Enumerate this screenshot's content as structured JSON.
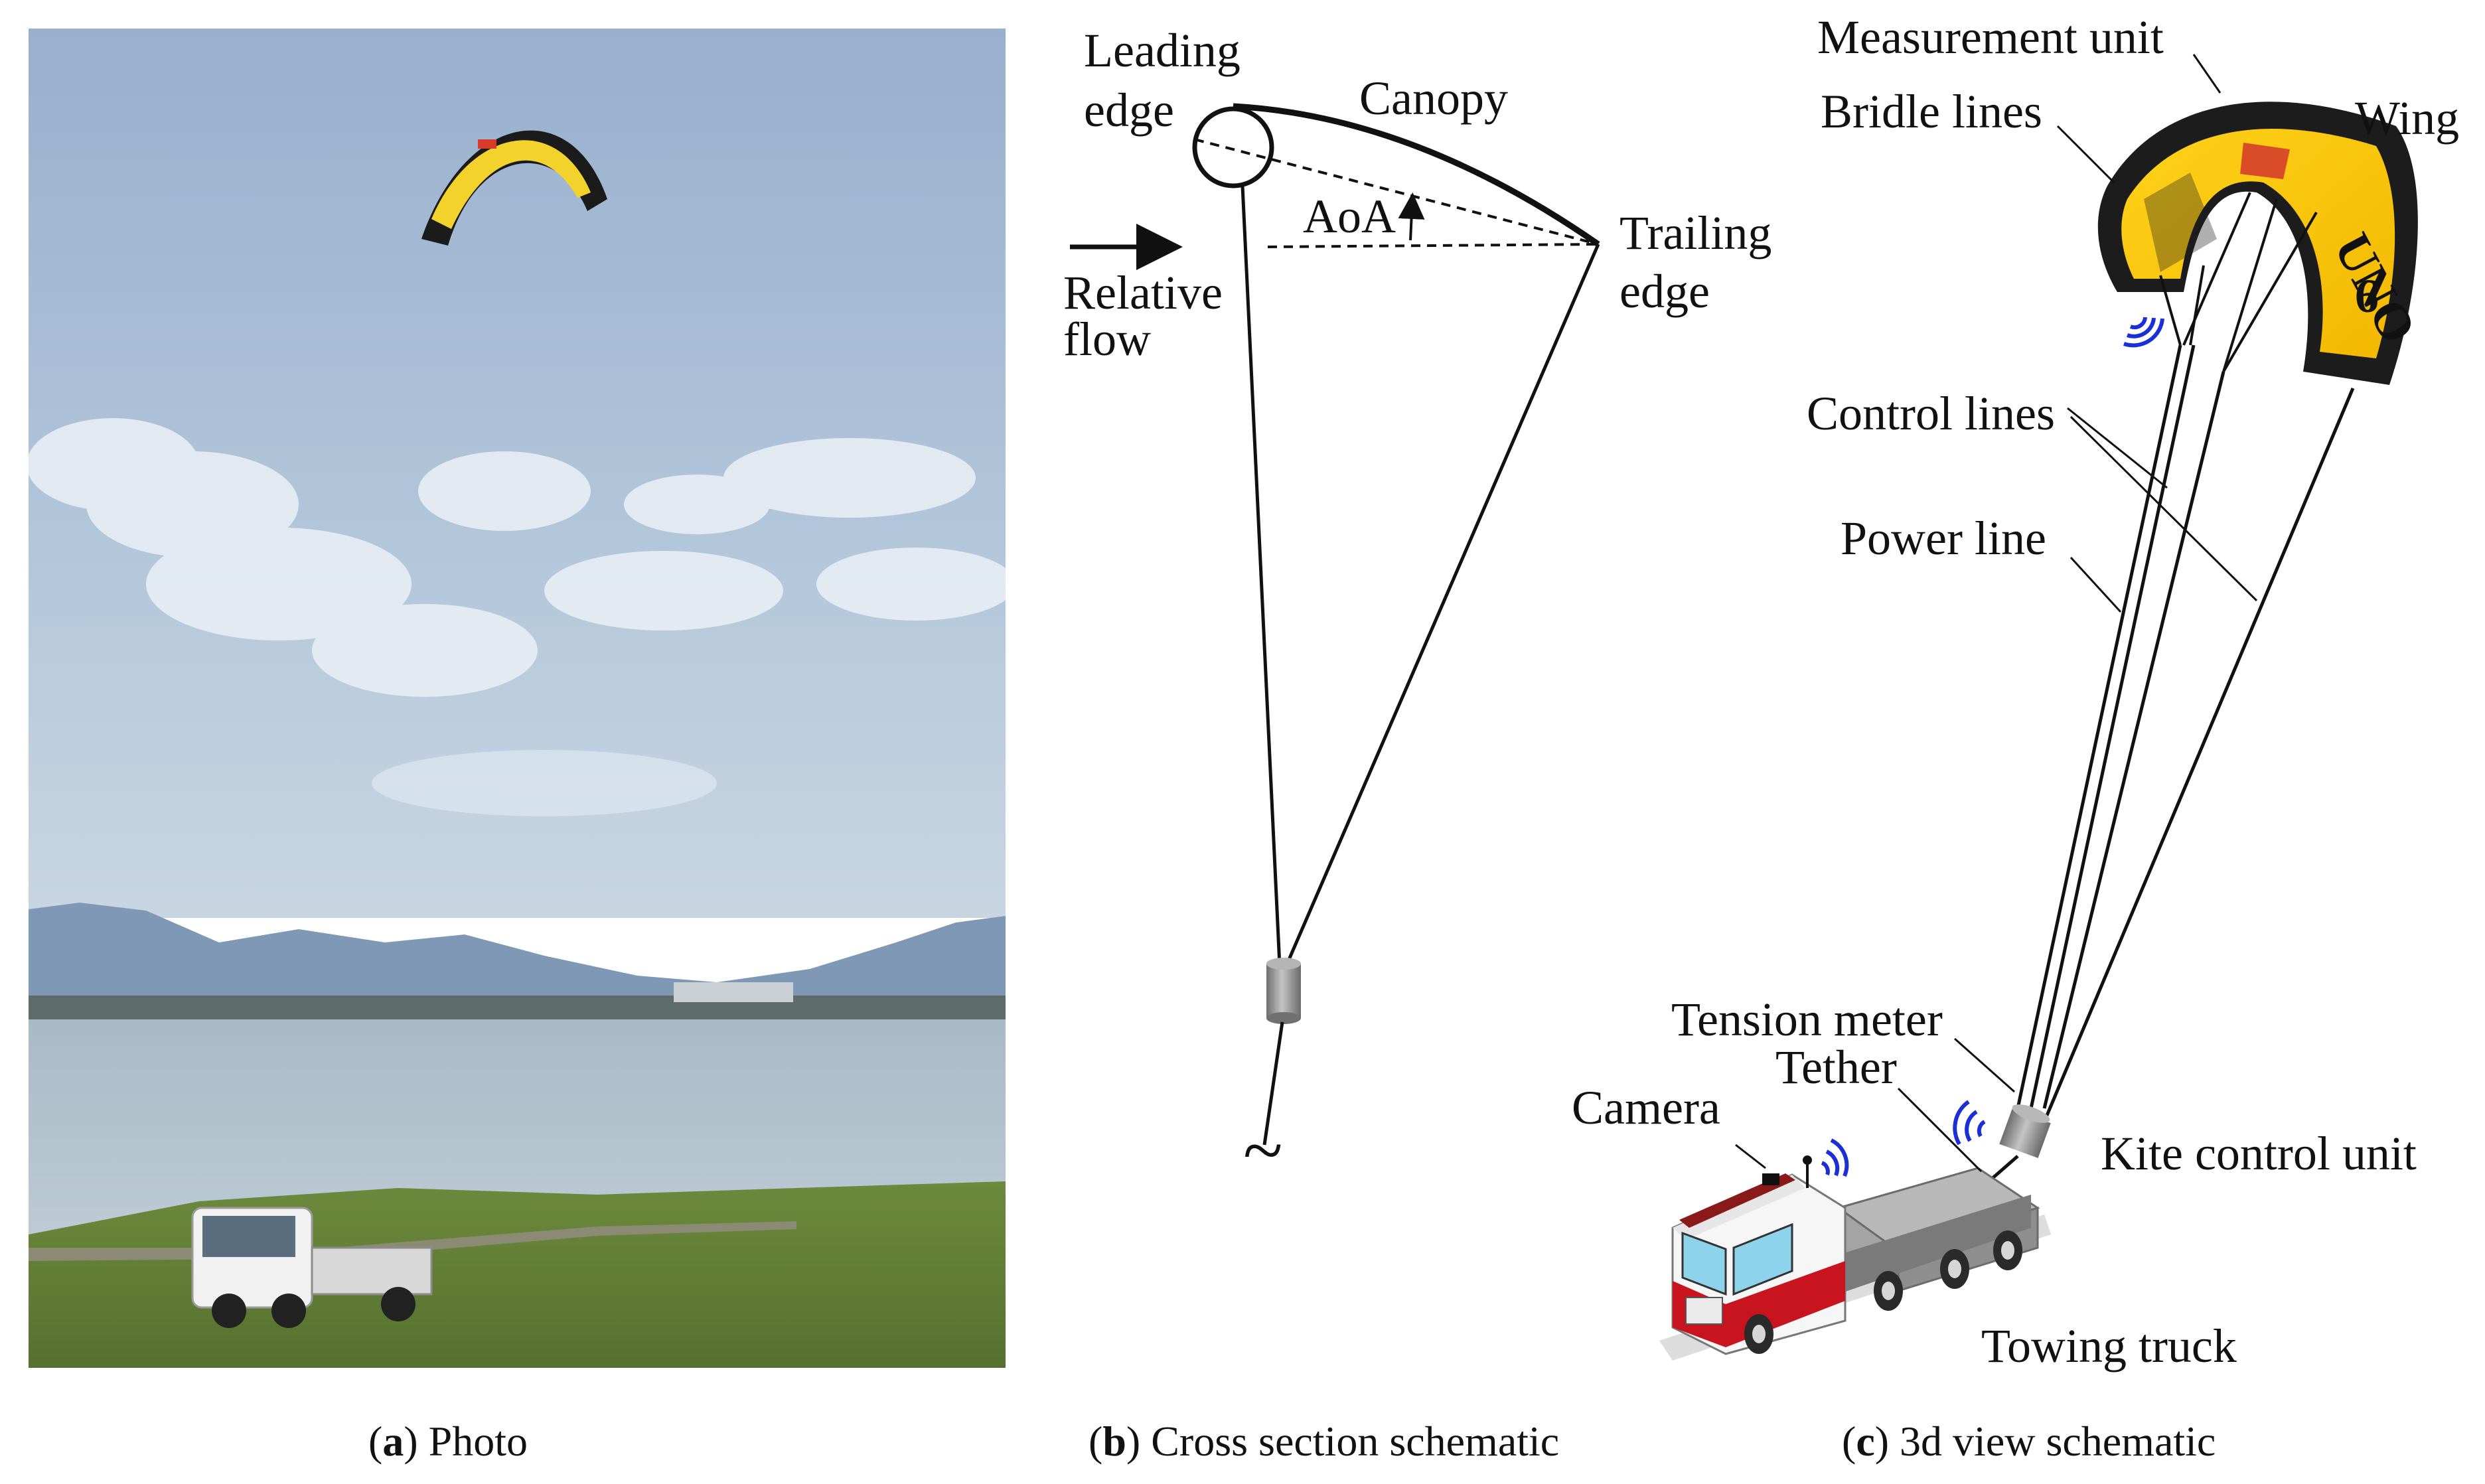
{
  "panel_a": {
    "caption_letter": "a",
    "caption_text": "Photo",
    "colors": {
      "sky_top": "#9fb6d3",
      "sky_bottom": "#c3d3e0",
      "mountains": "#7f97b3",
      "water": "#aebfcb",
      "grass": "#5f7a34",
      "kite_yellow": "#f2d22b",
      "kite_black": "#1a1a1a",
      "truck_white": "#f0f0f0"
    }
  },
  "panel_b": {
    "caption_letter": "b",
    "caption_text": "Cross section schematic",
    "labels": {
      "leading_edge_line1": "Leading",
      "leading_edge_line2": "edge",
      "canopy": "Canopy",
      "aoa": "AoA",
      "trailing_edge_line1": "Trailing",
      "trailing_edge_line2": "edge",
      "relative_flow_line1": "Relative",
      "relative_flow_line2": "flow",
      "ground_symbol": "~"
    }
  },
  "panel_c": {
    "caption_letter": "c",
    "caption_text": "3d view schematic",
    "labels": {
      "measurement_unit": "Measurement unit",
      "bridle_lines": "Bridle lines",
      "wing": "Wing",
      "control_lines": "Control lines",
      "power_line": "Power line",
      "tension_meter": "Tension meter",
      "tether": "Tether",
      "camera": "Camera",
      "kite_control_unit": "Kite control unit",
      "towing_truck": "Towing truck",
      "kite_brand": "UNO",
      "kite_size": "6"
    },
    "colors": {
      "wing_yellow": "#f5c400",
      "wing_dark": "#1c1c1c",
      "signal_blue": "#1b2fd6",
      "truck_red": "#c8141e",
      "truck_gray": "#a0a0a0",
      "window_blue": "#8ed3ec"
    }
  }
}
